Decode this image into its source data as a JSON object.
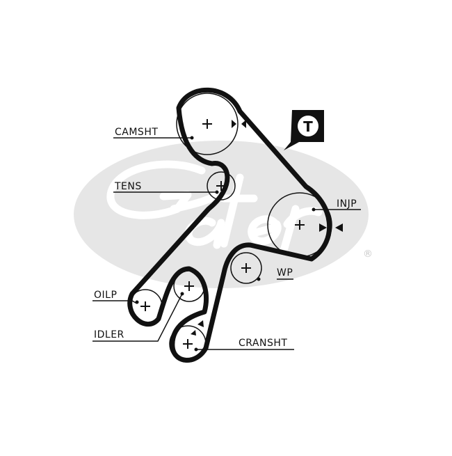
{
  "diagram": {
    "labels": {
      "camshaft": "CAMSHT",
      "tensioner": "TENS",
      "injection_pump": "INJP",
      "water_pump": "WP",
      "oil_pump": "OILP",
      "idler": "IDLER",
      "crankshaft": "CRANSHT"
    },
    "tension_badge": "T",
    "watermark_mark": "®"
  },
  "colors": {
    "belt": "#111111",
    "watermark": "#e6e6e6",
    "badge_bg": "#111111",
    "badge_fg": "#ffffff"
  }
}
